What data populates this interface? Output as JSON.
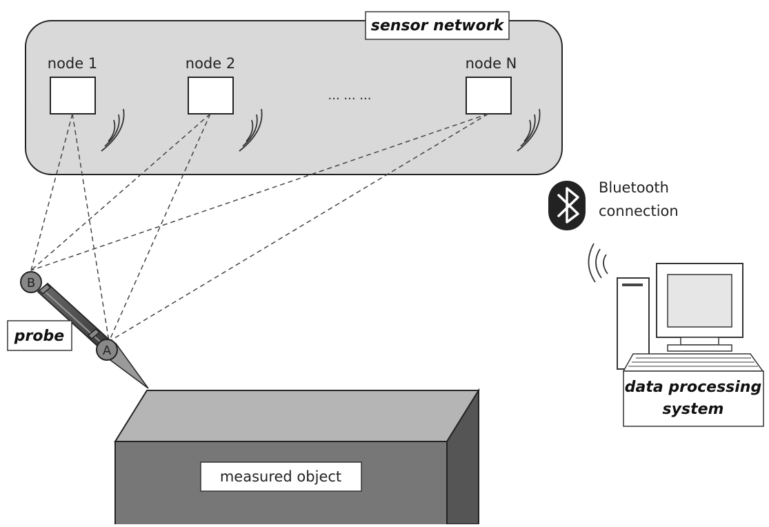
{
  "network": {
    "title": "sensor network",
    "nodes": [
      {
        "label": "node 1"
      },
      {
        "label": "node 2"
      },
      {
        "label": "node N"
      }
    ],
    "ellipsis": "... ... ..."
  },
  "probe": {
    "label": "probe",
    "point_a": "A",
    "point_b": "B"
  },
  "object": {
    "label": "measured object"
  },
  "bluetooth": {
    "line1": "Bluetooth",
    "line2": "connection"
  },
  "system": {
    "line1": "data processing",
    "line2": "system"
  }
}
